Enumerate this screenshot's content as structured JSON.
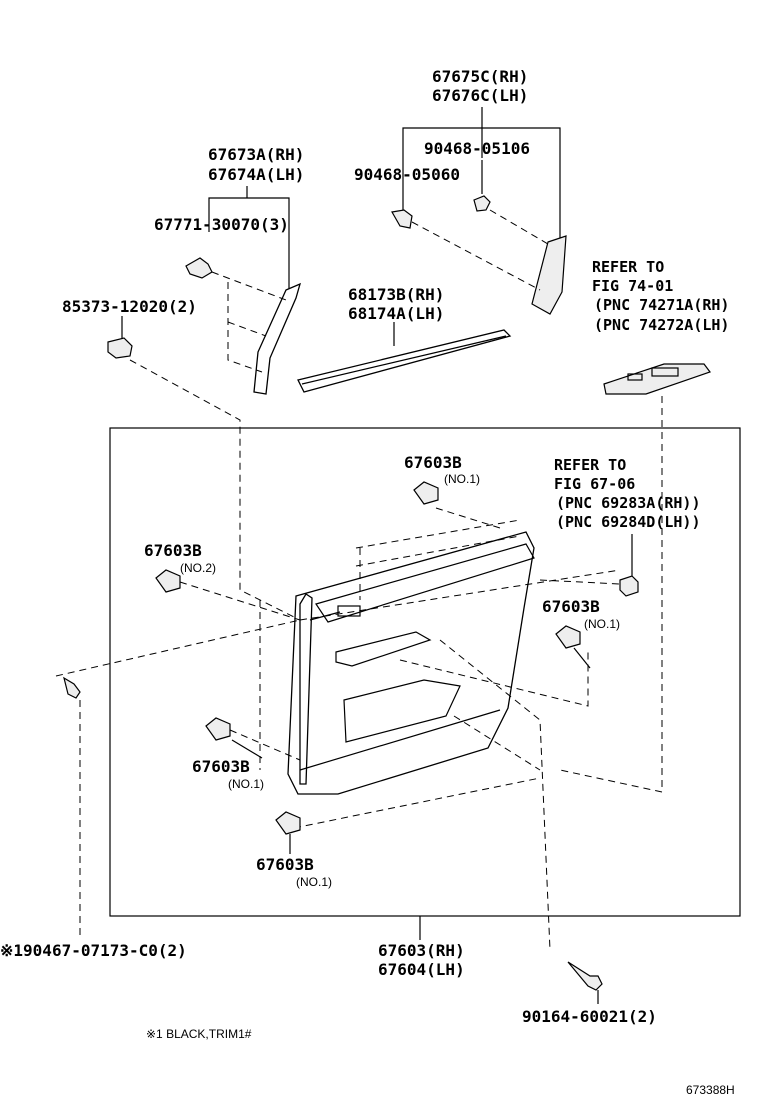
{
  "labels": {
    "p67675c_rh": "67675C(RH)",
    "p67676c_lh": "67676C(LH)",
    "p90468_05106": "90468-05106",
    "p90468_05060": "90468-05060",
    "p67673a_rh": "67673A(RH)",
    "p67674a_lh": "67674A(LH)",
    "p67771_30070": "67771-30070(3)",
    "p85373_12020": "85373-12020(2)",
    "p68173b_rh": "68173B(RH)",
    "p68174a_lh": "68174A(LH)",
    "ref1_line1": "REFER TO",
    "ref1_line2": "FIG 74-01",
    "ref1_line3": "(PNC 74271A(RH)",
    "ref1_line4": "(PNC 74272A(LH)",
    "ref2_line1": "REFER TO",
    "ref2_line2": "FIG 67-06",
    "ref2_line3": "(PNC 69283A(RH))",
    "ref2_line4": "(PNC 69284D(LH))",
    "clip_a": "67603B",
    "clip_a_note": "(NO.1)",
    "clip_b": "67603B",
    "clip_b_note": "(NO.2)",
    "clip_c": "67603B",
    "clip_c_note": "(NO.1)",
    "clip_d": "67603B",
    "clip_d_note": "(NO.1)",
    "clip_e": "67603B",
    "clip_e_note": "(NO.1)",
    "p90467": "※190467-07173-C0(2)",
    "p67603_rh": "67603(RH)",
    "p67604_lh": "67604(LH)",
    "p90164": "90164-60021(2)",
    "footnote": "※1 BLACK,TRIM1#",
    "figure_id": "673388H"
  }
}
